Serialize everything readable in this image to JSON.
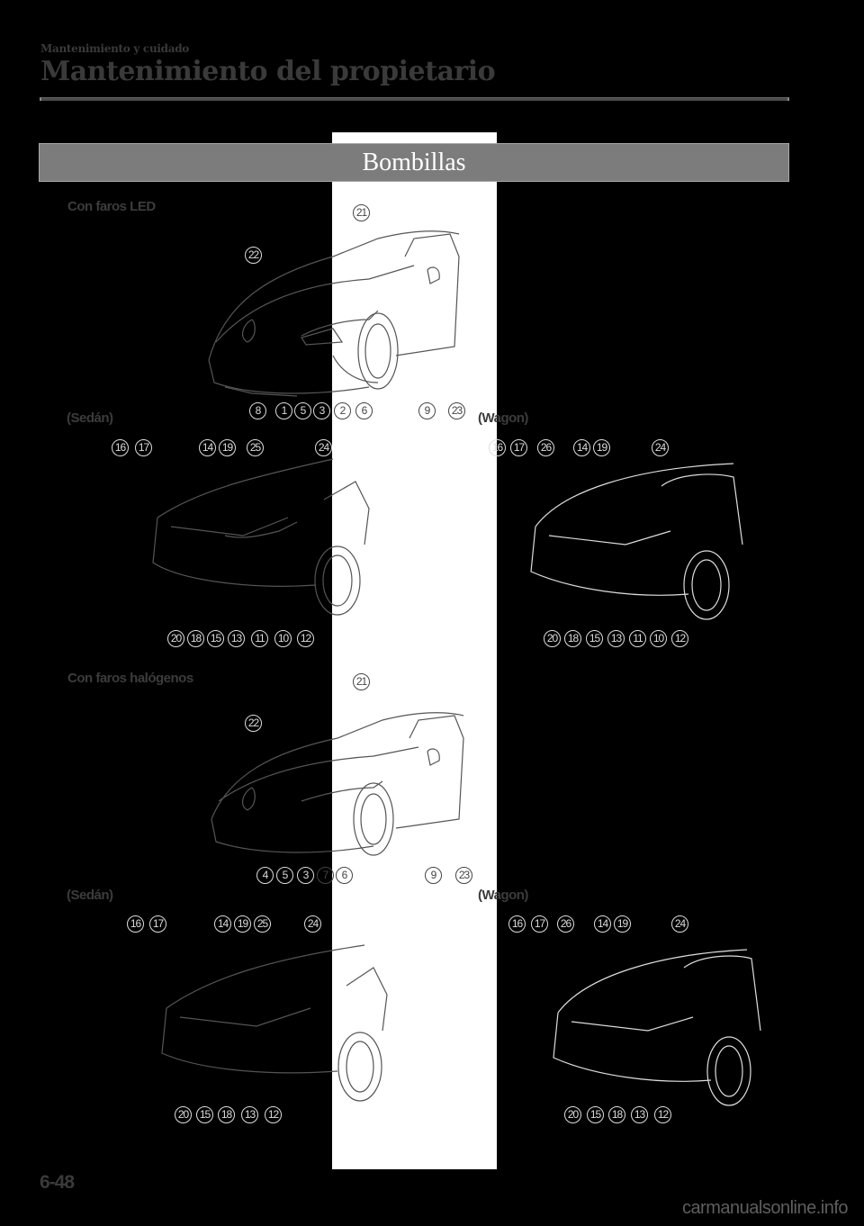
{
  "header": {
    "breadcrumb": "Mantenimiento y cuidado",
    "title": "Mantenimiento del propietario"
  },
  "section": {
    "title": "Bombillas"
  },
  "figures": [
    {
      "id": "led-front",
      "label": "Con faros LED",
      "view": "front",
      "callouts": [
        "21",
        "22",
        "8",
        "1",
        "5",
        "3",
        "2",
        "6",
        "9",
        "23"
      ]
    },
    {
      "id": "led-sedan-rear",
      "label": "(Sedán)",
      "view": "rear-sedan",
      "callouts_top": [
        "16",
        "17",
        "14",
        "19",
        "25",
        "24"
      ],
      "callouts_bottom": [
        "20",
        "18",
        "15",
        "13",
        "11",
        "10",
        "12"
      ]
    },
    {
      "id": "led-wagon-rear",
      "label": "(Wagon)",
      "view": "rear-wagon",
      "callouts_top": [
        "16",
        "17",
        "26",
        "14",
        "19",
        "24"
      ],
      "callouts_bottom": [
        "20",
        "18",
        "15",
        "13",
        "11",
        "10",
        "12"
      ]
    },
    {
      "id": "halogen-front",
      "label": "Con faros halógenos",
      "view": "front",
      "callouts": [
        "21",
        "22",
        "4",
        "5",
        "3",
        "7",
        "6",
        "9",
        "23"
      ]
    },
    {
      "id": "halogen-sedan-rear",
      "label": "(Sedán)",
      "view": "rear-sedan",
      "callouts_top": [
        "16",
        "17",
        "14",
        "19",
        "25",
        "24"
      ],
      "callouts_bottom": [
        "20",
        "15",
        "18",
        "13",
        "12"
      ]
    },
    {
      "id": "halogen-wagon-rear",
      "label": "(Wagon)",
      "view": "rear-wagon",
      "callouts_top": [
        "16",
        "17",
        "26",
        "14",
        "19",
        "24"
      ],
      "callouts_bottom": [
        "20",
        "15",
        "18",
        "13",
        "12"
      ]
    }
  ],
  "footer": {
    "page_number": "6-48",
    "watermark": "carmanualsonline.info"
  }
}
